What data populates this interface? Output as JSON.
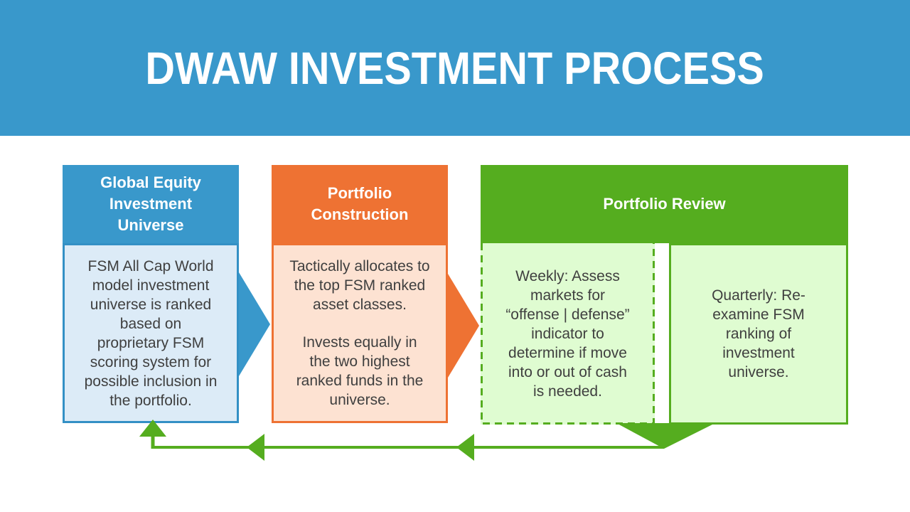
{
  "title": "DWAW INVESTMENT PROCESS",
  "colors": {
    "header_blue": "#3998cb",
    "blue_border": "#3390c5",
    "orange": "#ee7233",
    "green": "#55ad1f",
    "light_blue": "#dcebf7",
    "light_orange": "#fde2d2",
    "light_green": "#dffcd1",
    "text_dark": "#3f3f3f",
    "background": "#ffffff"
  },
  "columns": [
    {
      "header": "Global Equity\nInvestment\nUniverse",
      "body": "FSM All Cap World\nmodel investment\nuniverse is ranked\nbased on\nproprietary FSM\nscoring system for\npossible inclusion in\nthe portfolio."
    },
    {
      "header": "Portfolio\nConstruction",
      "paragraphs": [
        "Tactically allocates to\nthe top FSM ranked\nasset classes.",
        "Invests equally in\nthe two highest\nranked funds in the\nuniverse."
      ]
    },
    {
      "header": "Portfolio Review",
      "panels": [
        {
          "label": "weekly",
          "text": "Weekly: Assess\nmarkets for\n“offense | defense”\nindicator to\ndetermine if move\ninto or out of cash\nis needed."
        },
        {
          "label": "quarterly",
          "text": "Quarterly: Re-\nexamine FSM\nranking of\ninvestment\nuniverse."
        }
      ]
    }
  ],
  "icons": {
    "flow_arrow_1": "blue-right-chevron",
    "flow_arrow_2": "orange-right-chevron",
    "review_down_arrow": "green-down-triangle",
    "feedback_loop": "green-left-arrow-line",
    "feedback_up_arrow": "green-up-triangle"
  }
}
